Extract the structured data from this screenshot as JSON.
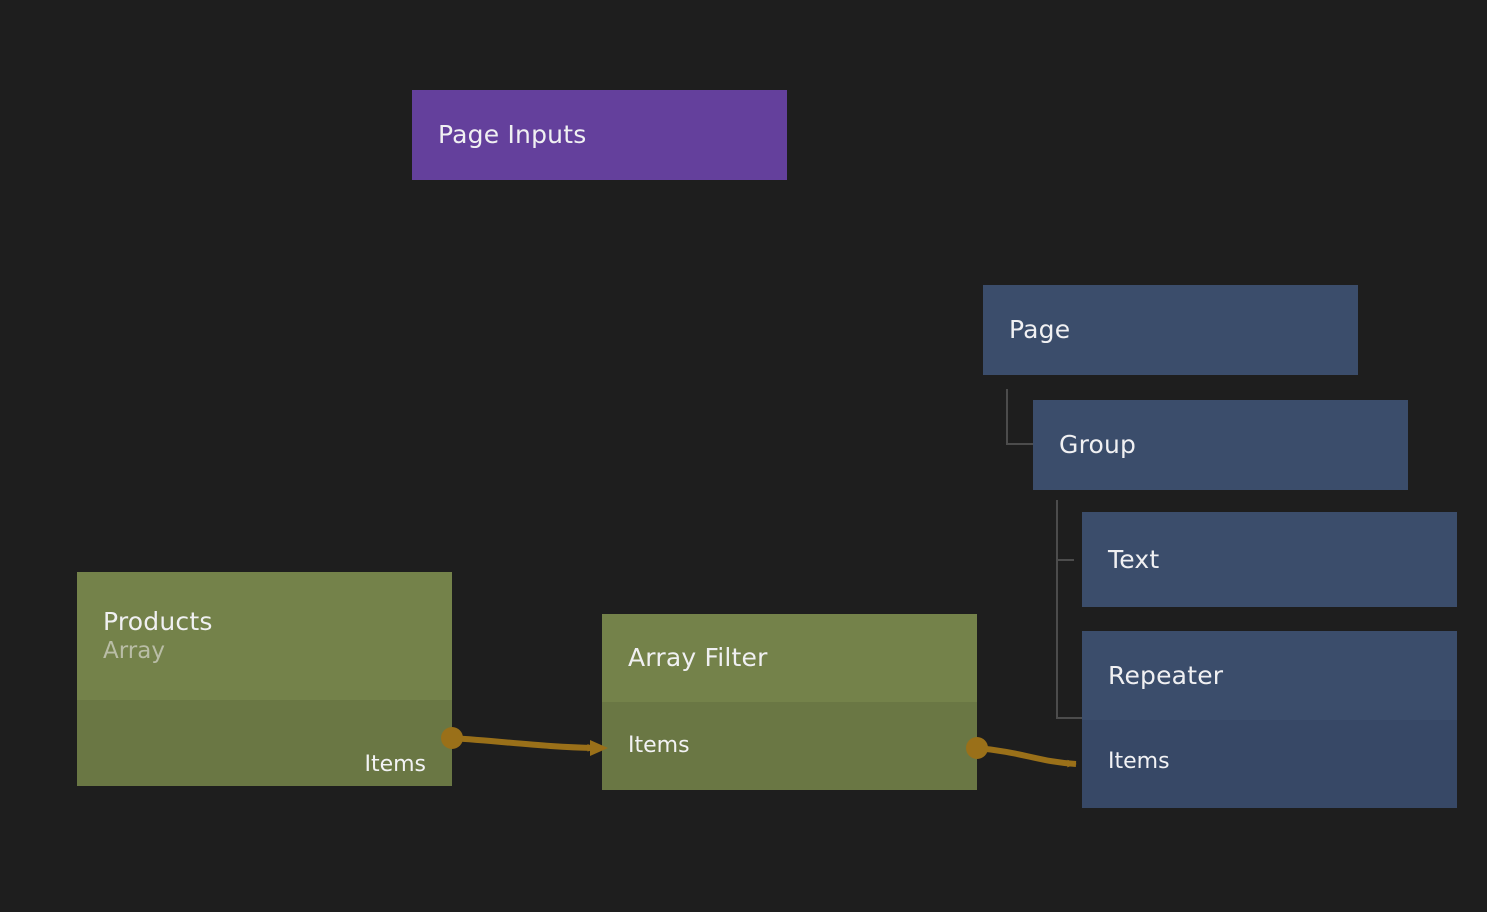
{
  "theme": {
    "background": "#1e1e1e",
    "purple": "#64409c",
    "olive_header": "#74824a",
    "olive_body": "#6a7744",
    "blue_header": "#3b4d6b",
    "blue_body": "#374866",
    "edge_color": "#9a7019",
    "tree_line": "#4c4c4c"
  },
  "nodes": {
    "page_inputs": {
      "title": "Page Inputs"
    },
    "products": {
      "title": "Products",
      "subtitle": "Array",
      "output_port": "Items"
    },
    "array_filter": {
      "title": "Array Filter",
      "input_port": "Items",
      "output_port": "Items"
    },
    "page": {
      "title": "Page"
    },
    "group": {
      "title": "Group"
    },
    "text": {
      "title": "Text"
    },
    "repeater": {
      "title": "Repeater",
      "input_port": "Items"
    }
  },
  "edges": [
    {
      "name": "products-items-to-array-filter-items",
      "from": "Products.Items",
      "to": "Array Filter.Items"
    },
    {
      "name": "array-filter-items-to-repeater-items",
      "from": "Array Filter.Items",
      "to": "Repeater.Items"
    }
  ]
}
